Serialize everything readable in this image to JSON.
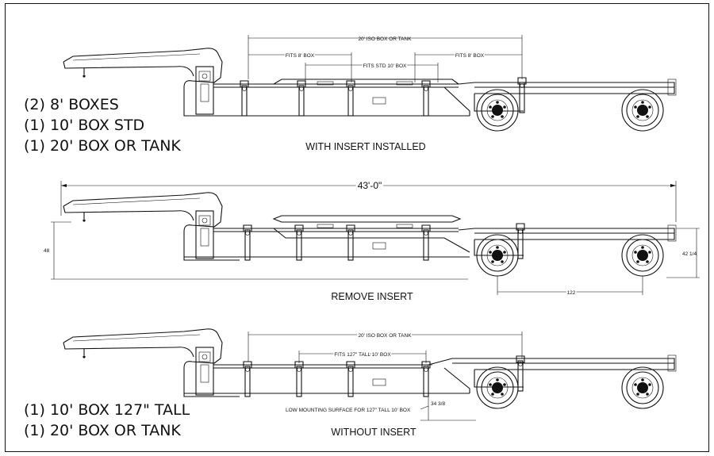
{
  "views": [
    {
      "caption": "WITH INSERT INSTALLED",
      "dims": {
        "iso": "20' ISO BOX OR TANK",
        "fits8a": "FITS 8' BOX",
        "fitsstd": "FITS STD 10' BOX",
        "fits8b": "FITS 8' BOX"
      },
      "capacity": [
        "(2) 8' BOXES",
        "(1) 10' BOX STD",
        "(1) 20' BOX OR TANK"
      ]
    },
    {
      "caption": "REMOVE INSERT",
      "dims": {
        "overall": "43'-0\"",
        "deck_height": "48",
        "rear_height": "42 1/4",
        "axle_spread": "122"
      }
    },
    {
      "caption": "WITHOUT INSERT",
      "dims": {
        "iso": "20' ISO BOX OR TANK",
        "fits127": "FITS 127\" TALL 10' BOX",
        "low_note": "LOW MOUNTING SURFACE FOR 127\" TALL 10' BOX",
        "low_height": "34 3/8"
      },
      "capacity": [
        "(1) 10' BOX 127\" TALL",
        "(1) 20' BOX OR TANK"
      ]
    }
  ]
}
